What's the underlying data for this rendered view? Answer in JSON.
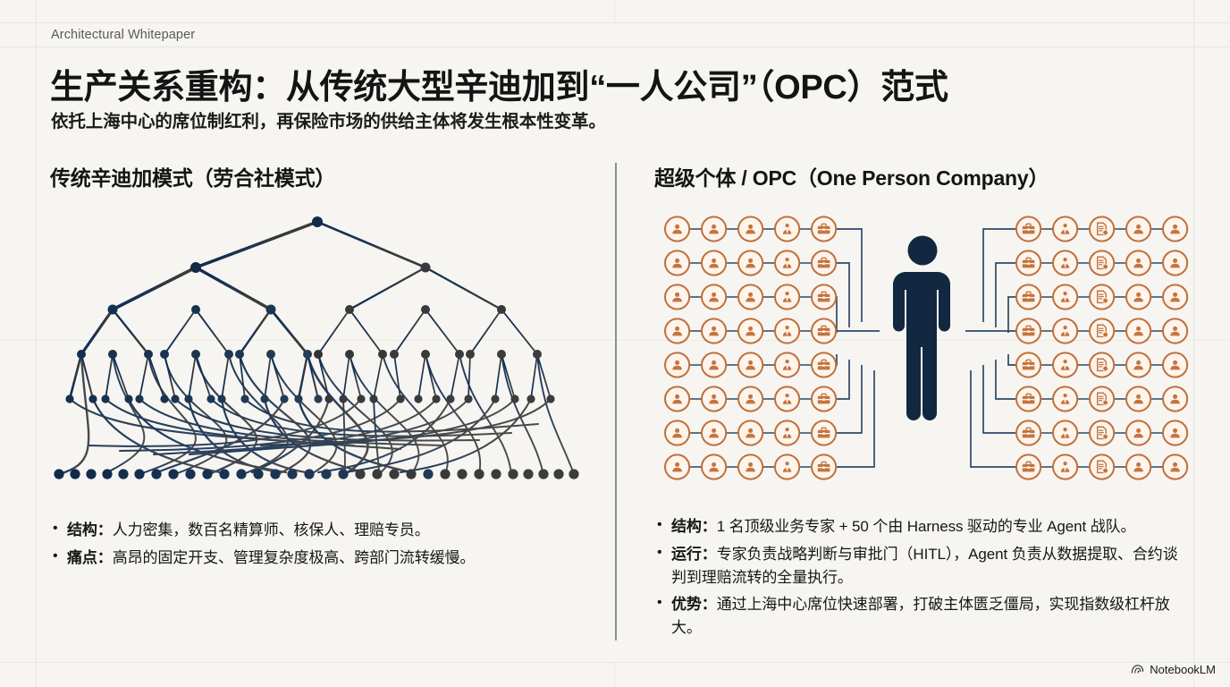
{
  "eyebrow": "Architectural Whitepaper",
  "title": "生产关系重构：从传统大型辛迪加到“一人公司”（OPC）范式",
  "subtitle": "依托上海中心的席位制红利，再保险市场的供给主体将发生根本性变革。",
  "colors": {
    "background": "#f6f5f1",
    "ink": "#141414",
    "navy": "#16304f",
    "navy_dark": "#0f2238",
    "graphite": "#3a3a3a",
    "orange": "#c0703c",
    "orange_light": "#d98a52",
    "icon_fill": "#fdf4ec",
    "divider": "#8d8d8a",
    "grid": "#e6e5e0"
  },
  "left_panel": {
    "heading": "传统辛迪加模式（劳合社模式）",
    "figure_name": "hierarchical-syndicate-network",
    "bullets": [
      {
        "label": "结构：",
        "text": "人力密集，数百名精算师、核保人、理赔专员。"
      },
      {
        "label": "痛点：",
        "text": "高昂的固定开支、管理复杂度极高、跨部门流转缓慢。"
      }
    ]
  },
  "right_panel": {
    "heading": "超级个体 / OPC（One Person Company）",
    "figure_name": "opc-agent-swarm-diagram",
    "bullets": [
      {
        "label": "结构：",
        "text": "1 名顶级业务专家 + 50 个由 Harness 驱动的专业 Agent 战队。"
      },
      {
        "label": "运行：",
        "text": "专家负责战略判断与审批门（HITL），Agent 负责从数据提取、合约谈判到理赔流转的全量执行。"
      },
      {
        "label": "优势：",
        "text": "通过上海中心席位快速部署，打破主体匮乏僵局，实现指数级杠杆放大。"
      }
    ]
  },
  "diagrams": {
    "left_tree": {
      "type": "hierarchy-network",
      "levels": 5,
      "root_count": 1,
      "level2_count": 2,
      "level3_count": 6,
      "level4_count": 16,
      "level5_count": 32,
      "leaf_count": 32,
      "description": "密集分层辛迪加组织网络"
    },
    "right_opc": {
      "type": "hub-and-spoke-grid",
      "rows": 8,
      "columns_per_side": 5,
      "sides": 2,
      "total_agents": 80,
      "hub": "single-human-figure",
      "left_icon_sequence": [
        "person",
        "person",
        "person",
        "person-tie",
        "briefcase"
      ],
      "right_icon_sequence": [
        "briefcase",
        "person-tie",
        "document",
        "person",
        "person"
      ]
    }
  },
  "footer": {
    "brand": "NotebookLM"
  }
}
